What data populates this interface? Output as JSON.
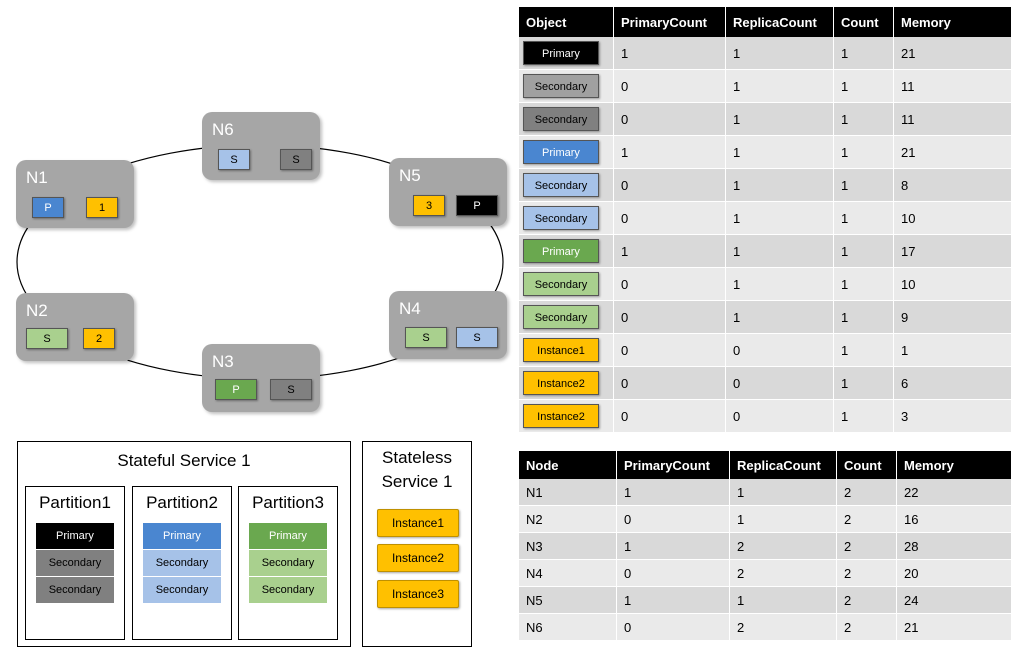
{
  "colors": {
    "node_bg": "#a6a6a6",
    "black_primary": "#000000",
    "gray_secondary": "#808080",
    "blue_primary": "#4a86d0",
    "blue_secondary": "#a6c2e8",
    "green_primary": "#6aa84f",
    "green_secondary": "#a9d08e",
    "instance": "#ffc000"
  },
  "ring": {
    "nodes": [
      {
        "label": "N1",
        "chips": [
          {
            "text": "P",
            "style": "blue-primary"
          },
          {
            "text": "1",
            "style": "instance"
          }
        ]
      },
      {
        "label": "N6",
        "chips": [
          {
            "text": "S",
            "style": "blue-secondary"
          },
          {
            "text": "S",
            "style": "gray-secondary"
          }
        ]
      },
      {
        "label": "N5",
        "chips": [
          {
            "text": "3",
            "style": "instance"
          },
          {
            "text": "P",
            "style": "black-primary"
          }
        ]
      },
      {
        "label": "N4",
        "chips": [
          {
            "text": "S",
            "style": "green-secondary"
          },
          {
            "text": "S",
            "style": "blue-secondary"
          }
        ]
      },
      {
        "label": "N3",
        "chips": [
          {
            "text": "P",
            "style": "green-primary"
          },
          {
            "text": "S",
            "style": "gray-secondary"
          }
        ]
      },
      {
        "label": "N2",
        "chips": [
          {
            "text": "S",
            "style": "green-secondary"
          },
          {
            "text": "2",
            "style": "instance"
          }
        ]
      }
    ]
  },
  "stateful": {
    "title": "Stateful Service 1",
    "partitions": [
      {
        "title": "Partition1",
        "cells": [
          {
            "text": "Primary",
            "style": "black-primary"
          },
          {
            "text": "Secondary",
            "style": "gray-secondary"
          },
          {
            "text": "Secondary",
            "style": "gray-secondary"
          }
        ]
      },
      {
        "title": "Partition2",
        "cells": [
          {
            "text": "Primary",
            "style": "blue-primary"
          },
          {
            "text": "Secondary",
            "style": "blue-secondary"
          },
          {
            "text": "Secondary",
            "style": "blue-secondary"
          }
        ]
      },
      {
        "title": "Partition3",
        "cells": [
          {
            "text": "Primary",
            "style": "green-primary"
          },
          {
            "text": "Secondary",
            "style": "green-secondary"
          },
          {
            "text": "Secondary",
            "style": "green-secondary"
          }
        ]
      }
    ]
  },
  "stateless": {
    "title_line1": "Stateless",
    "title_line2": "Service 1",
    "instances": [
      "Instance1",
      "Instance2",
      "Instance3"
    ]
  },
  "object_table": {
    "headers": [
      "Object",
      "PrimaryCount",
      "ReplicaCount",
      "Count",
      "Memory"
    ],
    "rows": [
      {
        "object": "Primary",
        "style": "black-primary",
        "primary_count": "1",
        "replica_count": "1",
        "count": "1",
        "memory": "21"
      },
      {
        "object": "Secondary",
        "style": "gray-secondary-light",
        "primary_count": "0",
        "replica_count": "1",
        "count": "1",
        "memory": "11"
      },
      {
        "object": "Secondary",
        "style": "gray-secondary",
        "primary_count": "0",
        "replica_count": "1",
        "count": "1",
        "memory": "11"
      },
      {
        "object": "Primary",
        "style": "blue-primary",
        "primary_count": "1",
        "replica_count": "1",
        "count": "1",
        "memory": "21"
      },
      {
        "object": "Secondary",
        "style": "blue-secondary",
        "primary_count": "0",
        "replica_count": "1",
        "count": "1",
        "memory": "8"
      },
      {
        "object": "Secondary",
        "style": "blue-secondary",
        "primary_count": "0",
        "replica_count": "1",
        "count": "1",
        "memory": "10"
      },
      {
        "object": "Primary",
        "style": "green-primary",
        "primary_count": "1",
        "replica_count": "1",
        "count": "1",
        "memory": "17"
      },
      {
        "object": "Secondary",
        "style": "green-secondary",
        "primary_count": "0",
        "replica_count": "1",
        "count": "1",
        "memory": "10"
      },
      {
        "object": "Secondary",
        "style": "green-secondary",
        "primary_count": "0",
        "replica_count": "1",
        "count": "1",
        "memory": "9"
      },
      {
        "object": "Instance1",
        "style": "instance",
        "primary_count": "0",
        "replica_count": "0",
        "count": "1",
        "memory": "1"
      },
      {
        "object": "Instance2",
        "style": "instance",
        "primary_count": "0",
        "replica_count": "0",
        "count": "1",
        "memory": "6"
      },
      {
        "object": "Instance2",
        "style": "instance",
        "primary_count": "0",
        "replica_count": "0",
        "count": "1",
        "memory": "3"
      }
    ]
  },
  "node_table": {
    "headers": [
      "Node",
      "PrimaryCount",
      "ReplicaCount",
      "Count",
      "Memory"
    ],
    "rows": [
      {
        "node": "N1",
        "primary_count": "1",
        "replica_count": "1",
        "count": "2",
        "memory": "22"
      },
      {
        "node": "N2",
        "primary_count": "0",
        "replica_count": "1",
        "count": "2",
        "memory": "16"
      },
      {
        "node": "N3",
        "primary_count": "1",
        "replica_count": "2",
        "count": "2",
        "memory": "28"
      },
      {
        "node": "N4",
        "primary_count": "0",
        "replica_count": "2",
        "count": "2",
        "memory": "20"
      },
      {
        "node": "N5",
        "primary_count": "1",
        "replica_count": "1",
        "count": "2",
        "memory": "24"
      },
      {
        "node": "N6",
        "primary_count": "0",
        "replica_count": "2",
        "count": "2",
        "memory": "21"
      }
    ]
  }
}
